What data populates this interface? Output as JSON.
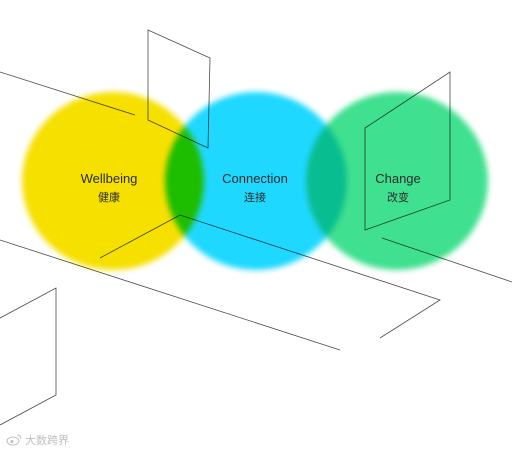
{
  "circles": [
    {
      "en": "Wellbeing",
      "zh": "健康",
      "color": "#f6e000"
    },
    {
      "en": "Connection",
      "zh": "连接",
      "color": "#1ed8ff"
    },
    {
      "en": "Change",
      "zh": "改变",
      "color": "#3fe08f"
    }
  ],
  "watermark": {
    "text": "大数跨界",
    "icon": "weibo-icon"
  },
  "colors": {
    "lines": "#4a4a4a",
    "background": "#ffffff"
  }
}
